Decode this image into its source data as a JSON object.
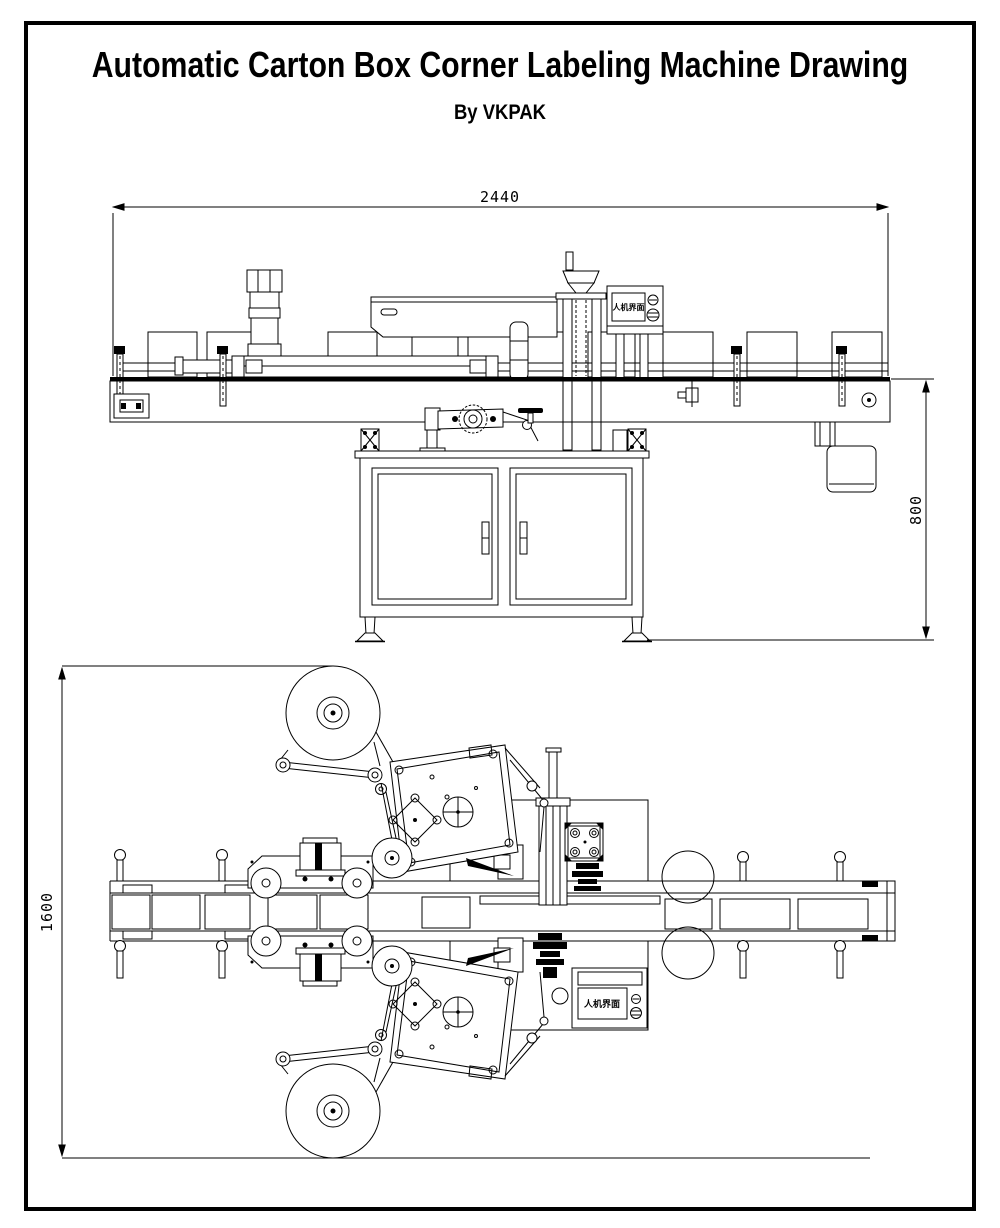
{
  "page": {
    "title": "Automatic Carton Box Corner Labeling Machine Drawing",
    "subtitle": "By VKPAK"
  },
  "drawing": {
    "front_view": {
      "width_dim": "2440",
      "height_dim": "800"
    },
    "plan_view": {
      "depth_dim": "1600"
    },
    "hmi_label": "人机界面"
  },
  "colors": {
    "line": "#000000",
    "paper": "#ffffff",
    "frame": "#000000"
  }
}
